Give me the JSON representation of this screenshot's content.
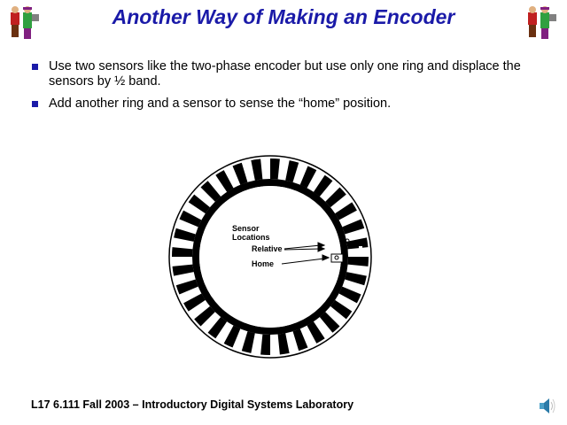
{
  "title": "Another Way of Making an Encoder",
  "bullets": [
    "Use two sensors like the two-phase encoder but use only one ring and displace the sensors by ½ band.",
    "Add another ring and a sensor to sense the “home” position."
  ],
  "diagram": {
    "label_sensor": "Sensor",
    "label_locations": "Locations",
    "label_relative": "Relative",
    "label_home": "Home",
    "spoke_count": 32
  },
  "footer": "L17  6.111  Fall 2003 – Introductory Digital Systems Laboratory",
  "accent_color": "#1a1aa8"
}
